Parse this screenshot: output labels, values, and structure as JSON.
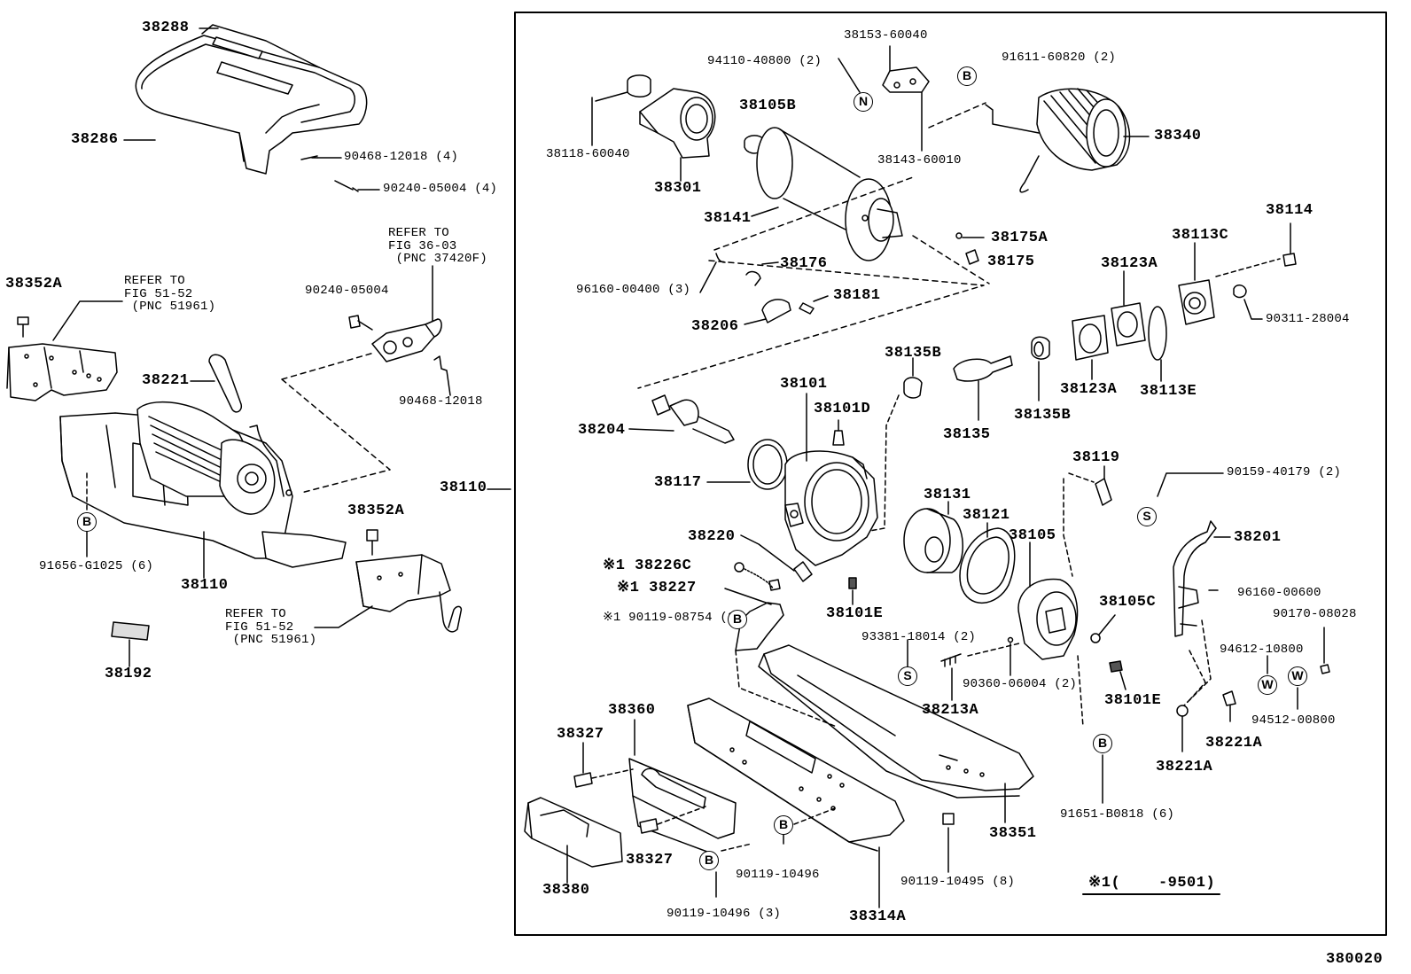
{
  "diagram_id": "380020",
  "footnote": "※1(    -9501)",
  "labels": [
    {
      "id": "38288",
      "text": "38288"
    },
    {
      "id": "38286",
      "text": "38286"
    },
    {
      "id": "90468-12018-4",
      "text": "90468-12018 (4)"
    },
    {
      "id": "90240-05004-4",
      "text": "90240-05004 (4)"
    },
    {
      "id": "refer-36-03",
      "text": "REFER TO\nFIG 36-03\n (PNC 37420F)"
    },
    {
      "id": "90240-05004",
      "text": "90240-05004"
    },
    {
      "id": "90468-12018",
      "text": "90468-12018"
    },
    {
      "id": "38352A-left",
      "text": "38352A"
    },
    {
      "id": "refer-51-52-top",
      "text": "REFER TO\nFIG 51-52\n (PNC 51961)"
    },
    {
      "id": "38221",
      "text": "38221"
    },
    {
      "id": "91656-G1025",
      "text": "91656-G1025 (6)"
    },
    {
      "id": "38110-left",
      "text": "38110"
    },
    {
      "id": "38352A-right",
      "text": "38352A"
    },
    {
      "id": "refer-51-52-bottom",
      "text": "REFER TO\nFIG 51-52\n (PNC 51961)"
    },
    {
      "id": "38192",
      "text": "38192"
    },
    {
      "id": "38110-mid",
      "text": "38110"
    },
    {
      "id": "38153-60040",
      "text": "38153-60040"
    },
    {
      "id": "94110-40800",
      "text": "94110-40800 (2)"
    },
    {
      "id": "91611-60820",
      "text": "91611-60820 (2)"
    },
    {
      "id": "38105B",
      "text": "38105B"
    },
    {
      "id": "38118-60040",
      "text": "38118-60040"
    },
    {
      "id": "38301",
      "text": "38301"
    },
    {
      "id": "38143-60010",
      "text": "38143-60010"
    },
    {
      "id": "38340",
      "text": "38340"
    },
    {
      "id": "38141",
      "text": "38141"
    },
    {
      "id": "38175A",
      "text": "38175A"
    },
    {
      "id": "38175",
      "text": "38175"
    },
    {
      "id": "38176",
      "text": "38176"
    },
    {
      "id": "96160-00400",
      "text": "96160-00400 (3)"
    },
    {
      "id": "38181",
      "text": "38181"
    },
    {
      "id": "38206",
      "text": "38206"
    },
    {
      "id": "38114",
      "text": "38114"
    },
    {
      "id": "38113C",
      "text": "38113C"
    },
    {
      "id": "38123A-top",
      "text": "38123A"
    },
    {
      "id": "90311-28004",
      "text": "90311-28004"
    },
    {
      "id": "38135B-top",
      "text": "38135B"
    },
    {
      "id": "38101",
      "text": "38101"
    },
    {
      "id": "38101D",
      "text": "38101D"
    },
    {
      "id": "38135",
      "text": "38135"
    },
    {
      "id": "38135B-bottom",
      "text": "38135B"
    },
    {
      "id": "38123A-bottom",
      "text": "38123A"
    },
    {
      "id": "38113E",
      "text": "38113E"
    },
    {
      "id": "38204",
      "text": "38204"
    },
    {
      "id": "38117",
      "text": "38117"
    },
    {
      "id": "38119",
      "text": "38119"
    },
    {
      "id": "90159-40179",
      "text": "90159-40179 (2)"
    },
    {
      "id": "38131",
      "text": "38131"
    },
    {
      "id": "38121",
      "text": "38121"
    },
    {
      "id": "38105",
      "text": "38105"
    },
    {
      "id": "38201",
      "text": "38201"
    },
    {
      "id": "38220",
      "text": "38220"
    },
    {
      "id": "38226C",
      "text": "※1 38226C"
    },
    {
      "id": "38227",
      "text": "※1 38227"
    },
    {
      "id": "90119-08754",
      "text": "※1 90119-08754 (2)"
    },
    {
      "id": "38101E-left",
      "text": "38101E"
    },
    {
      "id": "38105C",
      "text": "38105C"
    },
    {
      "id": "96160-00600",
      "text": "96160-00600"
    },
    {
      "id": "90170-08028",
      "text": "90170-08028"
    },
    {
      "id": "93381-18014",
      "text": "93381-18014 (2)"
    },
    {
      "id": "94612-10800",
      "text": "94612-10800"
    },
    {
      "id": "90360-06004",
      "text": "90360-06004 (2)"
    },
    {
      "id": "38101E-right",
      "text": "38101E"
    },
    {
      "id": "94512-00800",
      "text": "94512-00800"
    },
    {
      "id": "38213A",
      "text": "38213A"
    },
    {
      "id": "38221A-top",
      "text": "38221A"
    },
    {
      "id": "38221A-bottom",
      "text": "38221A"
    },
    {
      "id": "38360",
      "text": "38360"
    },
    {
      "id": "38327-top",
      "text": "38327"
    },
    {
      "id": "91651-B0818",
      "text": "91651-B0818 (6)"
    },
    {
      "id": "38351",
      "text": "38351"
    },
    {
      "id": "38327-bottom",
      "text": "38327"
    },
    {
      "id": "38380",
      "text": "38380"
    },
    {
      "id": "90119-10496",
      "text": "90119-10496"
    },
    {
      "id": "90119-10495",
      "text": "90119-10495 (8)"
    },
    {
      "id": "90119-10496-3",
      "text": "90119-10496 (3)"
    },
    {
      "id": "38314A",
      "text": "38314A"
    }
  ],
  "markers": [
    {
      "id": "m-N",
      "letter": "N"
    },
    {
      "id": "m-B-top",
      "letter": "B"
    },
    {
      "id": "m-B-left",
      "letter": "B"
    },
    {
      "id": "m-S-right",
      "letter": "S"
    },
    {
      "id": "m-B-mid",
      "letter": "B"
    },
    {
      "id": "m-S-mid",
      "letter": "S"
    },
    {
      "id": "m-W-1",
      "letter": "W"
    },
    {
      "id": "m-W-2",
      "letter": "W"
    },
    {
      "id": "m-B-bottom",
      "letter": "B"
    },
    {
      "id": "m-B-rail",
      "letter": "B"
    },
    {
      "id": "m-B-front",
      "letter": "B"
    }
  ]
}
